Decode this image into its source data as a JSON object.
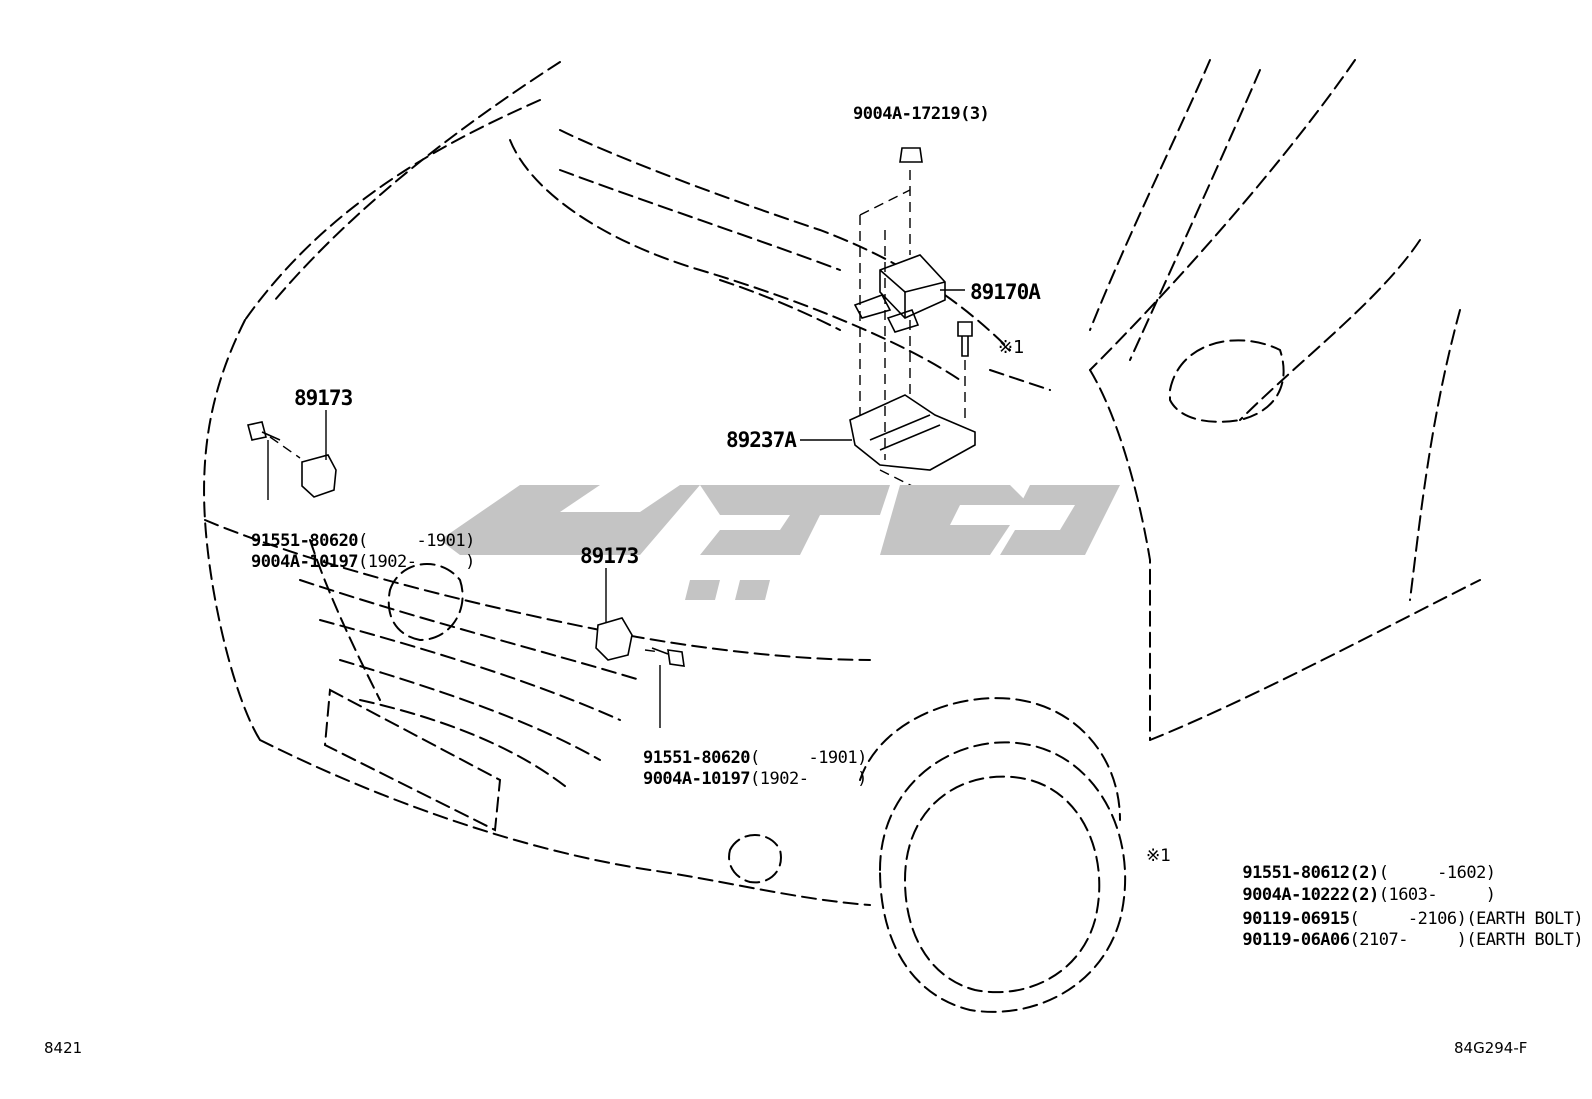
{
  "diagram": {
    "colors": {
      "line": "#000000",
      "watermark": "#c4c4c4"
    },
    "labels": {
      "sensor_top_nut": "9004A-17219(3)",
      "airbag_sensor_assy": "89170A",
      "note_ref_1": "※1",
      "sensor_bracket": "89237A",
      "front_sensor_left": "89173",
      "front_sensor_center": "89173",
      "left_bolt_1_pn": "91551-80620",
      "left_bolt_1_range": "(     -1901)",
      "left_bolt_2_pn": "9004A-10197",
      "left_bolt_2_range": "(1902-     )",
      "center_bolt_1_pn": "91551-80620",
      "center_bolt_1_range": "(     -1901)",
      "center_bolt_2_pn": "9004A-10197",
      "center_bolt_2_range": "(1902-     )"
    },
    "note": {
      "mark": "※1",
      "rows": [
        {
          "pn": "91551-80612(2)",
          "detail": "(     -1602)"
        },
        {
          "pn": "9004A-10222(2)",
          "detail": "(1603-     )"
        },
        {
          "pn": "90119-06915",
          "detail": "(     -2106)(EARTH BOLT)"
        },
        {
          "pn": "90119-06A06",
          "detail": "(2107-     )(EARTH BOLT)"
        }
      ]
    },
    "footer": {
      "left_code": "8421",
      "right_code": "84G294-F"
    }
  }
}
